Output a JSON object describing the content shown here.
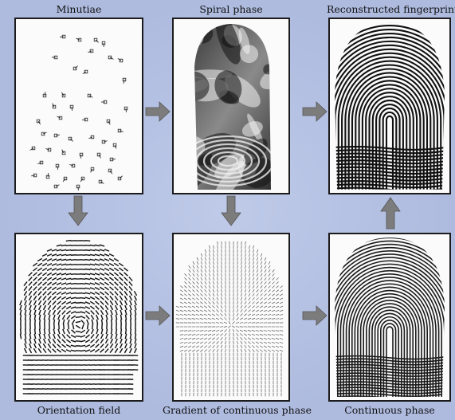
{
  "panels": {
    "minutiae": {
      "title": "Minutiae"
    },
    "spiral": {
      "title": "Spiral phase"
    },
    "reconstructed": {
      "title": "Reconstructed fingerprint"
    },
    "orientation": {
      "title": "Orientation field"
    },
    "gradient": {
      "title": "Gradient of continuous phase"
    },
    "continuous": {
      "title": "Continuous phase"
    }
  },
  "colors": {
    "background": "#aebbdf",
    "panel": "#fbfbfb",
    "arrow": "#7c7c7c",
    "ink": "#1a1a1a"
  },
  "icons": [
    "arrow-right-icon",
    "arrow-down-icon",
    "arrow-up-icon"
  ]
}
